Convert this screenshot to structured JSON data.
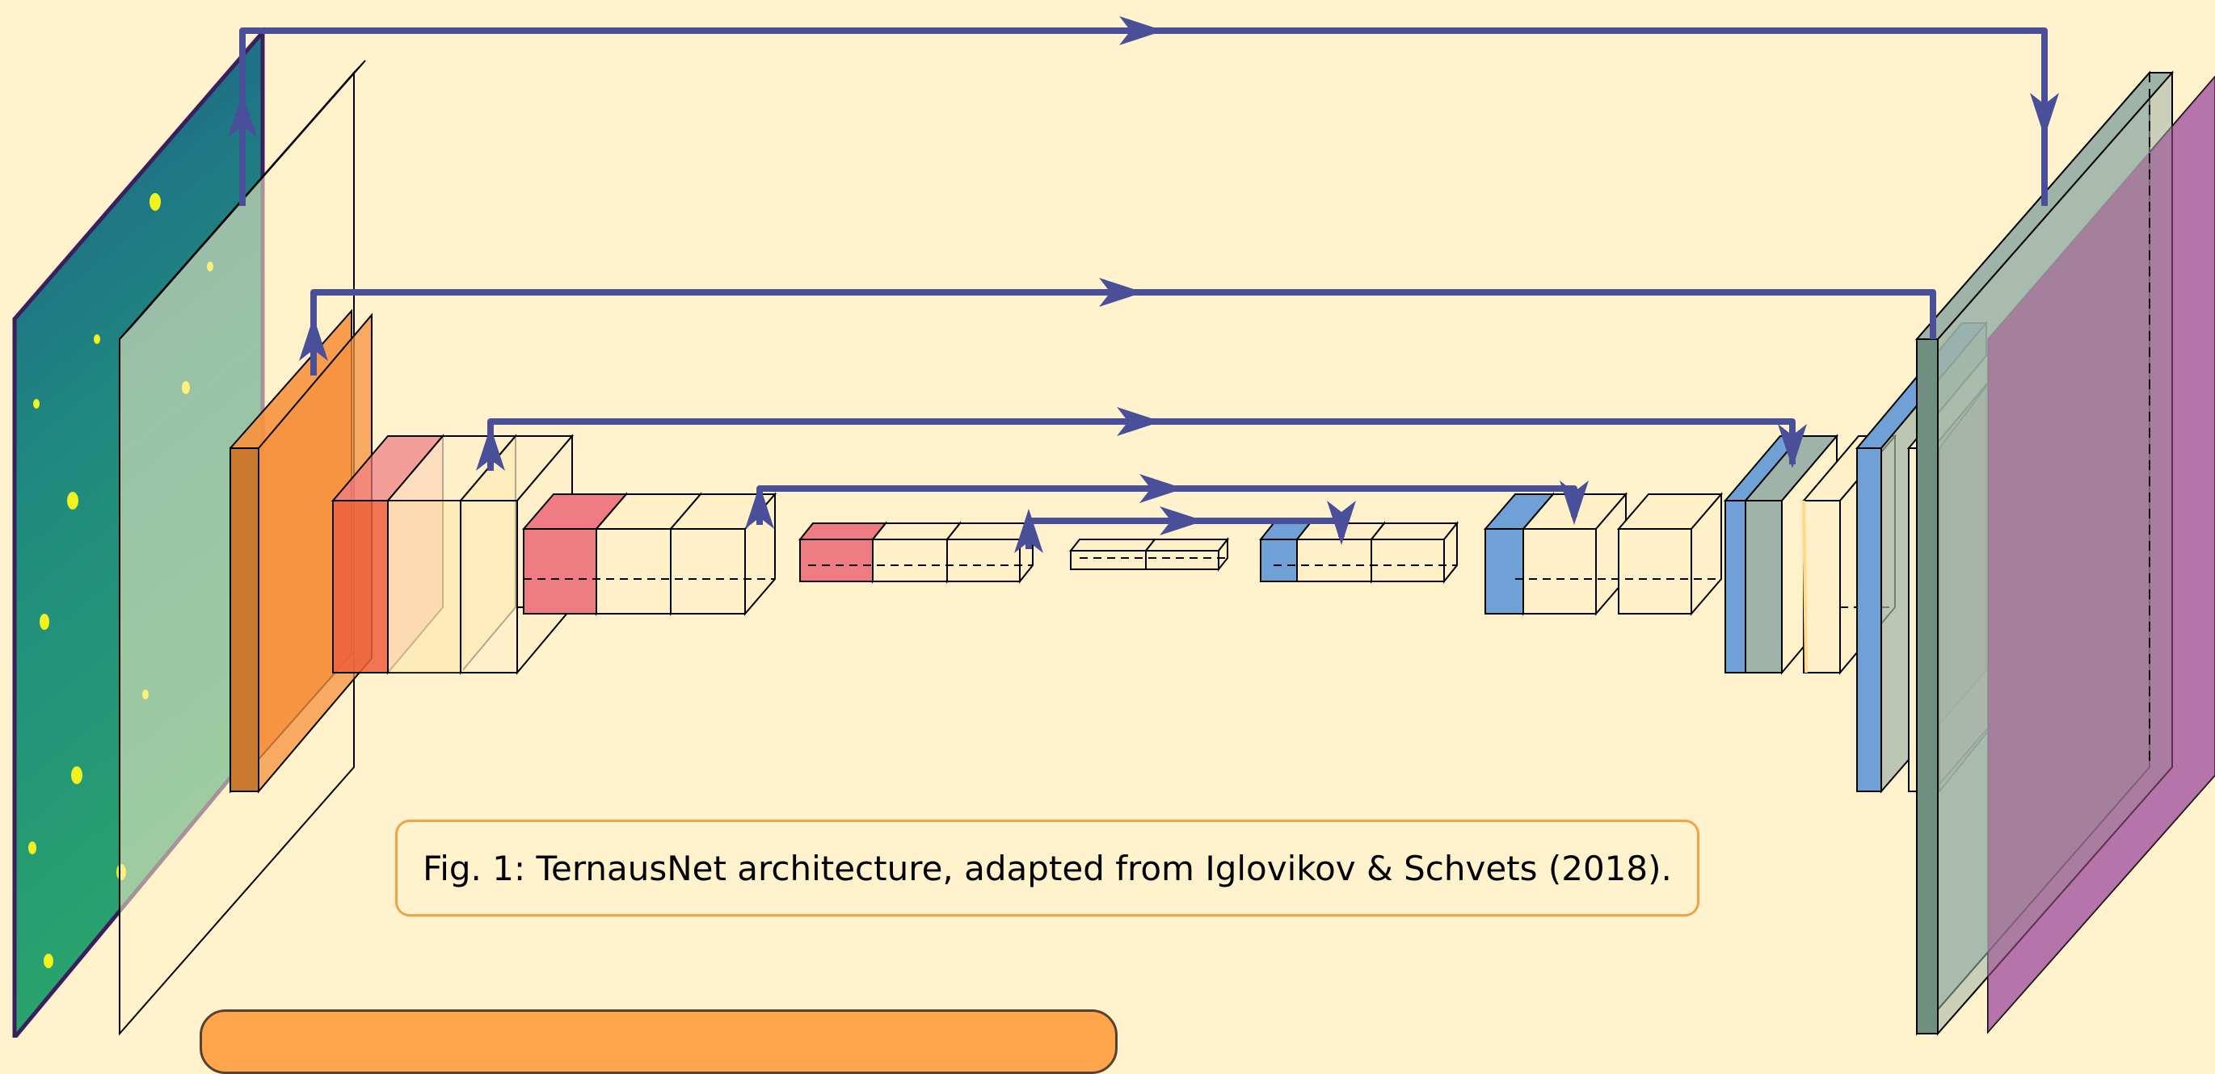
{
  "caption": "Fig. 1: TernausNet architecture, adapted from Iglovikov & Schvets (2018).",
  "colors": {
    "background": "#fff2cc",
    "caption_border": "#f4a244",
    "skip_arrow": "#4a4f9a",
    "conv_block": "#fff0c8",
    "pool_block": "#ef7b83",
    "orange_block": "#f7923f",
    "upsample_block": "#6fa1d6",
    "output_block": "#c58fc9",
    "bottom_panel": "#ffa64d"
  },
  "diagram": {
    "input": "satellite-image-icon",
    "encoder_blocks": 5,
    "decoder_blocks": 5,
    "skip_connections": 5
  }
}
